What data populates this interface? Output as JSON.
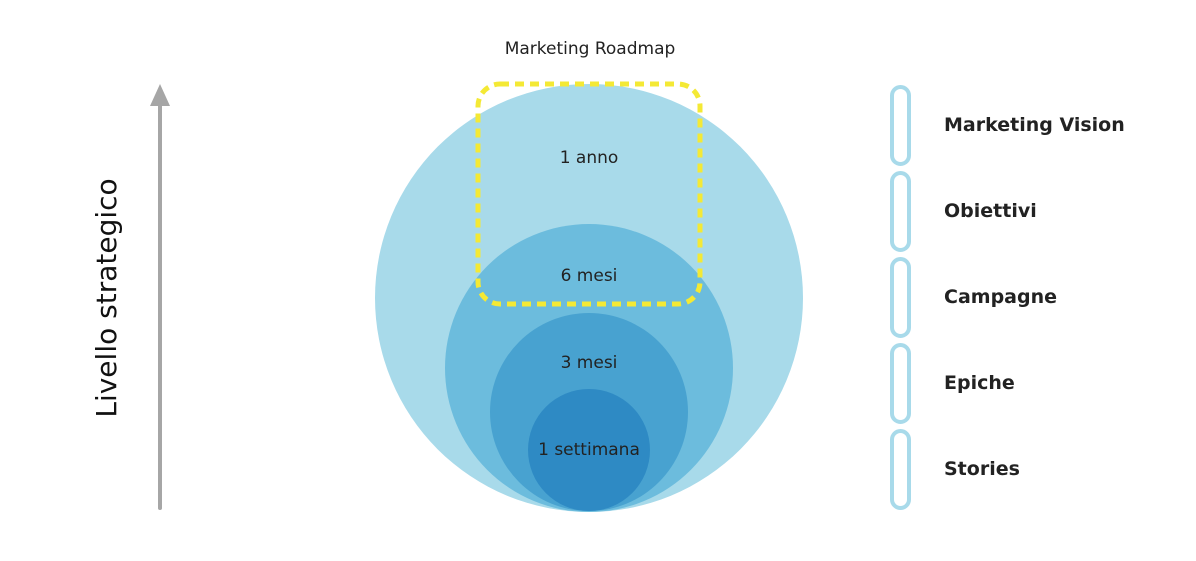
{
  "diagram": {
    "title": "Marketing Roadmap",
    "axis": {
      "label": "Livello strategico"
    },
    "circles": [
      {
        "label": "1 anno",
        "color": "#a8daea"
      },
      {
        "label": "6 mesi",
        "color": "#6cbcdd"
      },
      {
        "label": "3 mesi",
        "color": "#48a2d0"
      },
      {
        "label": "1 settimana",
        "color": "#2e8ac4"
      }
    ],
    "highlight": {
      "color": "#f4e935"
    },
    "levels": [
      {
        "label": "Marketing Vision"
      },
      {
        "label": "Obiettivi"
      },
      {
        "label": "Campagne"
      },
      {
        "label": "Epiche"
      },
      {
        "label": "Stories"
      }
    ],
    "colors": {
      "arrow": "#a6a6a6",
      "level_pill": "#a8daea"
    }
  }
}
